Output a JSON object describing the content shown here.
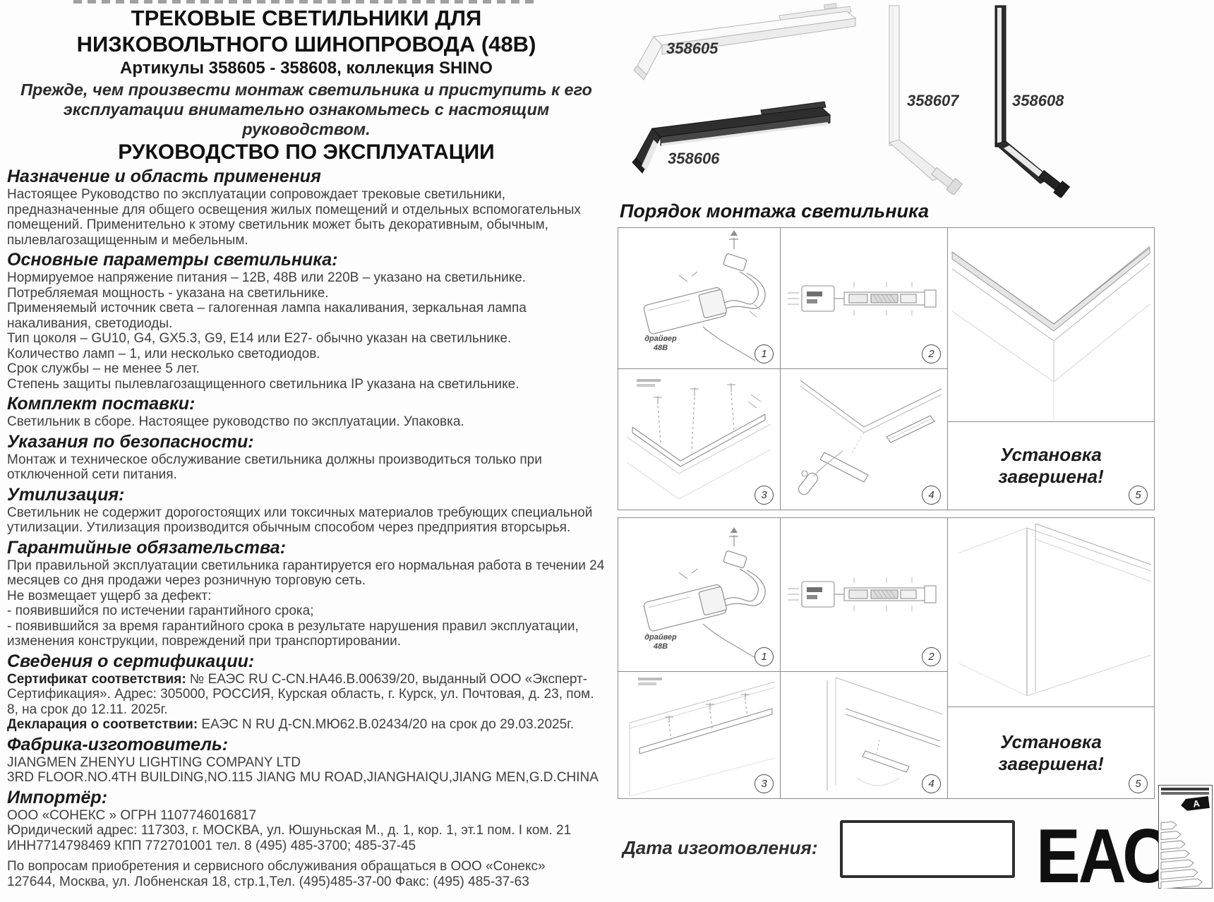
{
  "header": {
    "title_line1": "ТРЕКОВЫЕ СВЕТИЛЬНИКИ ДЛЯ",
    "title_line2": "НИЗКОВОЛЬТНОГО ШИНОПРОВОДА (48В)",
    "subtitle": "Артикулы 358605 - 358608, коллекция SHINO",
    "notice": "Прежде, чем произвести монтаж светильника и приступить к его эксплуатации внимательно ознакомьтесь с настоящим руководством.",
    "manual_title": "РУКОВОДСТВО ПО ЭКСПЛУАТАЦИИ"
  },
  "sections": {
    "purpose": {
      "heading": "Назначение и область применения",
      "body": "Настоящее Руководство по эксплуатации сопровождает трековые светильники, предназначенные для общего освещения жилых помещений и отдельных вспомогательных помещений. Применительно к этому светильник может быть декоративным, обычным, пылевлагозащищенным и мебельным."
    },
    "params": {
      "heading": "Основные параметры светильника:",
      "lines": [
        "Нормируемое напряжение питания – 12В, 48В или 220В – указано на светильнике.",
        "Потребляемая мощность - указана на светильнике.",
        "Применяемый источник света – галогенная лампа накаливания, зеркальная лампа накаливания, светодиоды.",
        "Тип цоколя – GU10, G4, GX5.3, G9, Е14 или Е27- обычно указан на светильнике.",
        "Количество ламп – 1, или несколько светодиодов.",
        "Срок службы – не менее 5 лет.",
        "Степень защиты пылевлагозащищенного светильника IP указана на светильнике."
      ]
    },
    "kit": {
      "heading": "Комплект поставки:",
      "body": "Светильник в сборе. Настоящее руководство по эксплуатации. Упаковка."
    },
    "safety": {
      "heading": "Указания по  безопасности:",
      "body": "Монтаж и техническое обслуживание светильника должны производиться только при отключенной сети питания."
    },
    "disposal": {
      "heading": "Утилизация:",
      "body": "Светильник не содержит дорогостоящих или токсичных материалов требующих специальной утилизации. Утилизация производится обычным способом через предприятия вторсырья."
    },
    "warranty": {
      "heading": "Гарантийные обязательства:",
      "lines": [
        "При правильной эксплуатации светильника гарантируется его нормальная работа в течении 24 месяцев со дня продажи через розничную торговую сеть.",
        "Не возмещает ущерб за дефект:",
        "- появившийся по истечении гарантийного срока;",
        "- появившийся за время гарантийного срока в результате нарушения правил эксплуатации, изменения конструкции, повреждений при транспортировании."
      ]
    },
    "certification": {
      "heading": "Сведения о сертификации:",
      "cert_label": "Сертификат соответствия:",
      "cert_text": " № ЕАЭС RU C-CN.НА46.B.00639/20, выданный ООО «Эксперт-Сертификация». Адрес: 305000, РОССИЯ, Курская область, г. Курск, ул. Почтовая, д. 23, пом. 8, на срок до 12.11. 2025г.",
      "decl_label": "Декларация о соответствии:",
      "decl_text": " ЕАЭС N RU Д-CN.МЮ62.B.02434/20 на срок до 29.03.2025г."
    },
    "factory": {
      "heading": "Фабрика-изготовитель:",
      "lines": [
        "JIANGMEN ZHENYU LIGHTING COMPANY LTD",
        "3RD FLOOR.NO.4TH BUILDING,NO.115 JIANG MU ROAD,JIANGHAIQU,JIANG MEN,G.D.CHINA"
      ]
    },
    "importer": {
      "heading": "Импортёр:",
      "lines": [
        "ООО «СОНЕКС » ОГРН 1107746016817",
        "Юридический адрес:  117303, г. МОСКВА, ул. Юшуньская М., д. 1, кор. 1, эт.1 пом. I ком. 21",
        "ИНН7714798469 КПП 772701001   тел. 8 (495) 485-3700; 485-37-45"
      ]
    },
    "contact": {
      "lines": [
        "По вопросам приобретения и сервисного обслуживания обращаться в ООО «Сонекс»",
        "127644, Москва, ул. Лобненская 18, стр.1,Тел. (495)485-37-00 Факс: (495) 485-37-63"
      ]
    }
  },
  "products": [
    "358605",
    "358606",
    "358607",
    "358608"
  ],
  "montage": {
    "heading": "Порядок монтажа светильника",
    "driver_label_line1": "драйвер",
    "driver_label_line2": "48В",
    "steps": [
      "1",
      "2",
      "3",
      "4",
      "5"
    ],
    "done_line1": "Установка",
    "done_line2": "завершена!"
  },
  "footer": {
    "date_label": "Дата изготовления:",
    "eac_mark": "ЕАС",
    "energy_class": "A"
  }
}
